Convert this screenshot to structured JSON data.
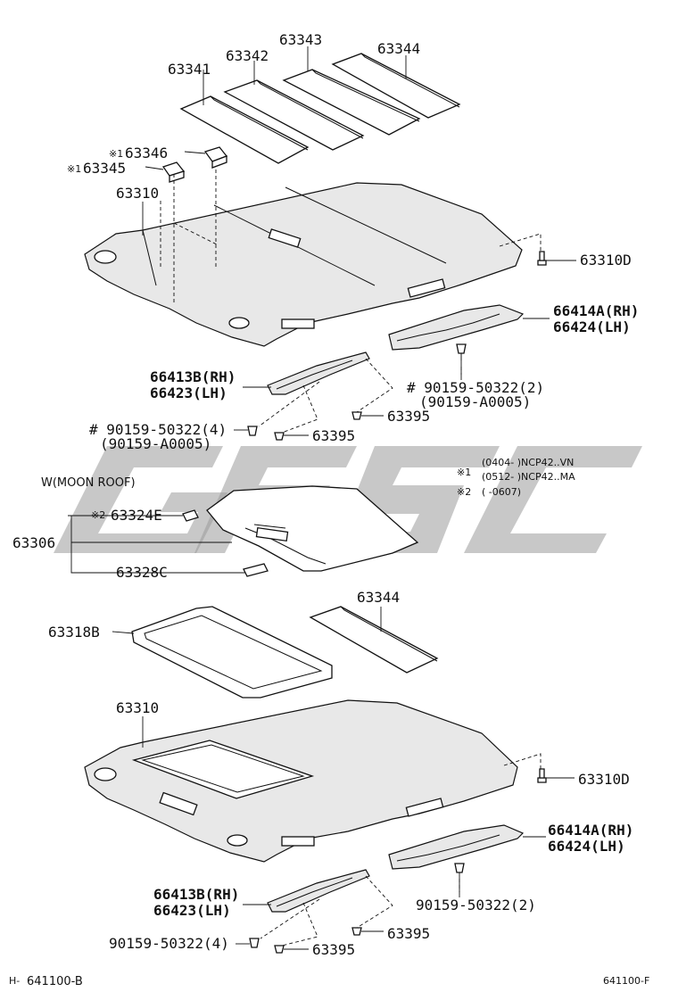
{
  "diagram": {
    "top_labels": {
      "p63341": "63341",
      "p63342": "63342",
      "p63343": "63343",
      "p63344": "63344",
      "p63346": "63346",
      "p63345": "63345",
      "mark1a": "※1",
      "mark1b": "※1",
      "p63310": "63310",
      "p63310d": "63310D",
      "p66414a": "66414A(RH)",
      "p66424": "66424(LH)",
      "p66413b": "66413B(RH)",
      "p66423": "66423(LH)",
      "p90159a": "# 90159-50322(2)",
      "p90159a2": "(90159-A0005)",
      "p63395a": "63395",
      "p90159b": "# 90159-50322(4)",
      "p90159b2": "(90159-A0005)",
      "p63395b": "63395"
    },
    "notes": {
      "n1mark": "※1",
      "n1a": "(0404-     )NCP42..VN",
      "n1b": "(0512-     )NCP42..MA",
      "n2mark": "※2",
      "n2": "(        -0607)"
    },
    "section_title": "W(MOON ROOF)",
    "bottom_labels": {
      "mark2": "※2",
      "p63324e": "63324E",
      "p63306": "63306",
      "p63328c": "63328C",
      "p63344": "63344",
      "p63318b": "63318B",
      "p63310": "63310",
      "p63310d": "63310D",
      "p66414a": "66414A(RH)",
      "p66424": "66424(LH)",
      "p66413b": "66413B(RH)",
      "p66423": "66423(LH)",
      "p90159c": "90159-50322(2)",
      "p90159d": "90159-50322(4)",
      "p63395c": "63395",
      "p63395d": "63395"
    },
    "footer": {
      "left": "641100-B",
      "left_prefix": "H-",
      "right": "641100-F"
    }
  }
}
